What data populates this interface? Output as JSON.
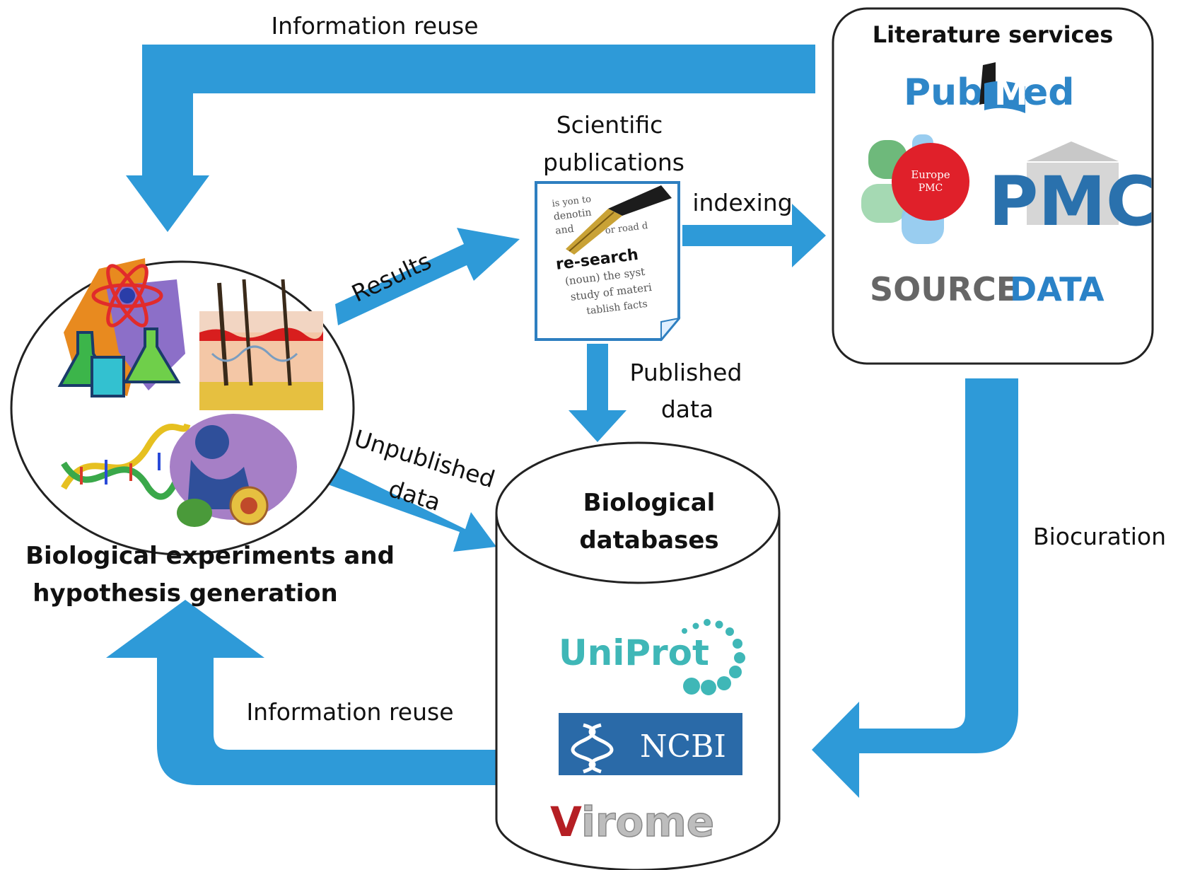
{
  "labels": {
    "info_reuse_top": "Information reuse",
    "scientific_pub_line1": "Scientific",
    "scientific_pub_line2": "publications",
    "indexing": "indexing",
    "results": "Results",
    "published_data_line1": "Published",
    "published_data_line2": "data",
    "unpublished_data_line1": "Unpublished",
    "unpublished_data_line2": "data",
    "biocuration": "Biocuration",
    "info_reuse_bottom": "Information reuse",
    "experiments_line1": "Biological experiments and",
    "experiments_line2": "hypothesis generation",
    "databases_line1": "Biological",
    "databases_line2": "databases"
  },
  "literature_services": {
    "title": "Literature services",
    "pubmed": {
      "pub": "Pub",
      "med": "Med"
    },
    "europe_pmc": {
      "line1": "Europe",
      "line2": "PMC"
    },
    "pmc": "PMC",
    "sourcedata": {
      "source": "SOURCE",
      "data": "DATA"
    }
  },
  "databases_logos": {
    "uniprot": "UniProt",
    "ncbi": "NCBI",
    "virome": "Virome"
  },
  "publication_snippet": {
    "headword": "re-search",
    "lines": [
      "is yon to",
      "denotin",
      "and",
      "or road d",
      "(noun) the syst",
      "study of materi",
      "tablish facts"
    ]
  },
  "colors": {
    "arrow": "#2e9ad8",
    "pmc_blue": "#2a71ad",
    "source_grey": "#666666",
    "data_blue": "#2a82c7",
    "uniprot_teal": "#3fb7b7",
    "ncbi_bg": "#2a6aa8",
    "europe_red": "#e0202a",
    "virome_red": "#b51f24"
  }
}
